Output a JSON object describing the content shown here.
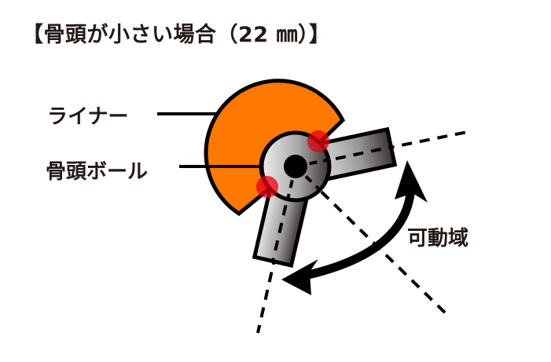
{
  "title": "【骨頭が小さい場合（22 ㎜）】",
  "labels": {
    "liner": "ライナー",
    "ball": "骨頭ボール",
    "range_of_motion": "可動域"
  },
  "colors": {
    "liner_fill": "#ff7800",
    "outline": "#000000",
    "impingement": "#e60012",
    "text": "#231815"
  },
  "icons": {
    "range_arrow": "double-headed-curved-arrow",
    "impingement_marker": "red-circle"
  }
}
